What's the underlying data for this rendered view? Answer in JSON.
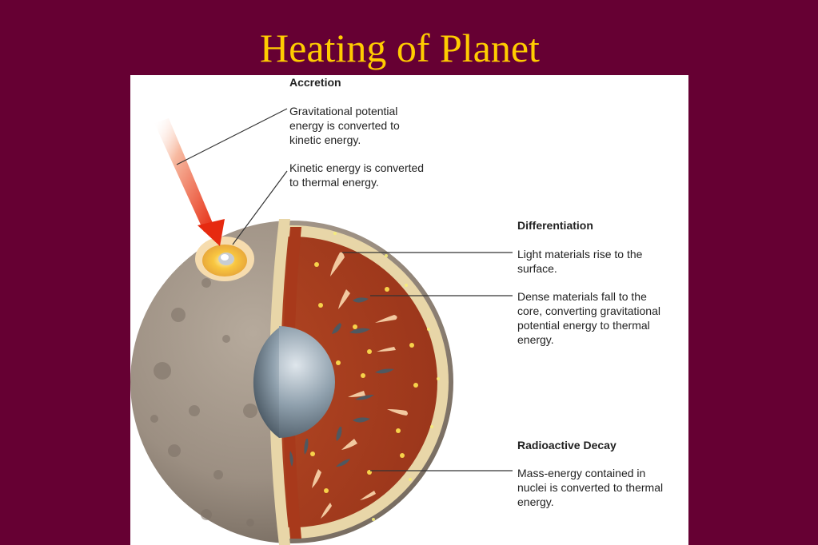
{
  "slide": {
    "title": "Heating of Planet"
  },
  "accretion": {
    "heading": "Accretion",
    "note1": [
      "Gravitational potential",
      "energy is converted to",
      "kinetic energy."
    ],
    "note2": [
      "Kinetic energy is converted",
      "to thermal energy."
    ]
  },
  "differentiation": {
    "heading": "Differentiation",
    "note1": [
      "Light materials rise to the",
      "surface."
    ],
    "note2": [
      "Dense materials fall to the",
      "core, converting gravitational",
      "potential energy to thermal",
      "energy."
    ]
  },
  "radioactive": {
    "heading": "Radioactive Decay",
    "note1": [
      "Mass-energy contained in",
      "nuclei is converted to thermal",
      "energy."
    ]
  },
  "colors": {
    "background": "#660033",
    "title": "#FFCC00",
    "mantle": "#A0391A",
    "crust": "#E8D6A8",
    "core": "#8FA0AD",
    "surface": "#9C8F82",
    "arrow": "#E62A10"
  }
}
